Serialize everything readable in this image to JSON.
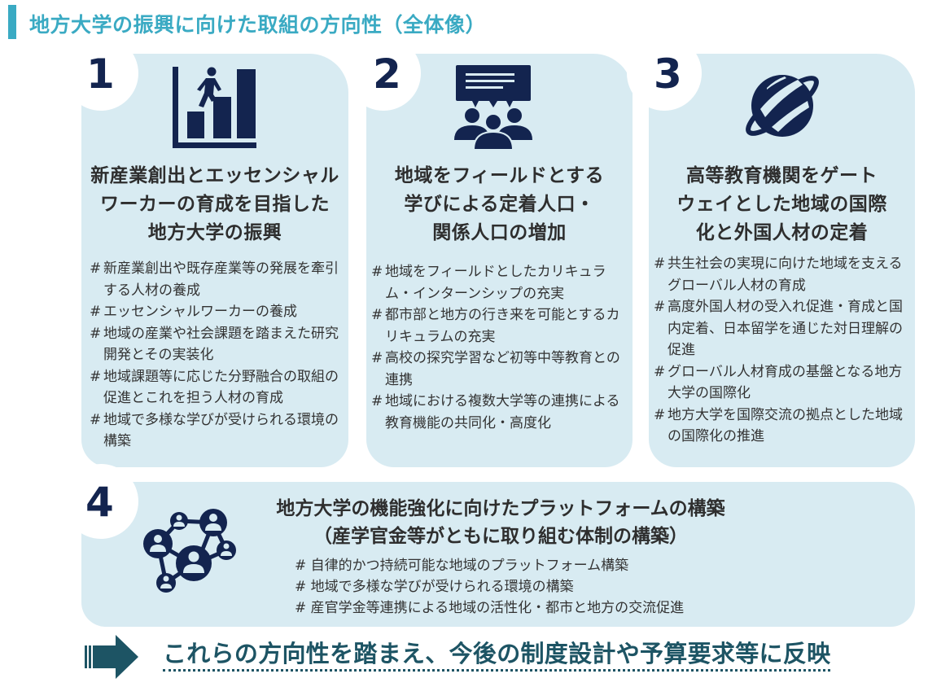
{
  "header": {
    "title": "地方大学の振興に向けた取組の方向性（全体像）",
    "accent_color": "#3aaac3"
  },
  "colors": {
    "card_bg": "#d8ebf2",
    "icon_navy": "#13244f",
    "footer_teal": "#1d5464"
  },
  "cards": [
    {
      "number": "1",
      "icon": "person-climbing-bar-chart-icon",
      "heading_lines": [
        "新産業創出とエッセンシャル",
        "ワーカーの育成を目指した",
        "地方大学の振興"
      ],
      "bullets": [
        "新産業創出や既存産業等の発展を牽引する人材の養成",
        "エッセンシャルワーカーの養成",
        "地域の産業や社会課題を踏まえた研究開発とその実装化",
        "地域課題等に応じた分野融合の取組の促進とこれを担う人材の育成",
        "地域で多様な学びが受けられる環境の構築"
      ]
    },
    {
      "number": "2",
      "icon": "group-discussion-icon",
      "heading_lines": [
        "地域をフィールドとする",
        "学びによる定着人口・",
        "関係人口の増加"
      ],
      "bullets": [
        "地域をフィールドとしたカリキュラム・インターンシップの充実",
        "都市部と地方の行き来を可能とするカリキュラムの充実",
        "高校の探究学習など初等中等教育との連携",
        "地域における複数大学等の連携による教育機能の共同化・高度化"
      ]
    },
    {
      "number": "3",
      "icon": "planet-globe-icon",
      "heading_lines": [
        "高等教育機関をゲート",
        "ウェイとした地域の国際",
        "化と外国人材の定着"
      ],
      "bullets": [
        "共生社会の実現に向けた地域を支えるグローバル人材の育成",
        "高度外国人材の受入れ促進・育成と国内定着、日本留学を通じた対日理解の促進",
        "グローバル人材育成の基盤となる地方大学の国際化",
        "地方大学を国際交流の拠点とした地域の国際化の推進"
      ]
    }
  ],
  "platform": {
    "number": "4",
    "icon": "people-network-icon",
    "heading_lines": [
      "地方大学の機能強化に向けたプラットフォームの構築",
      "（産学官金等がともに取り組む体制の構築）"
    ],
    "bullets": [
      "# 自律的かつ持続可能な地域のプラットフォーム構築",
      "# 地域で多様な学びが受けられる環境の構築",
      "# 産官学金等連携による地域の活性化・都市と地方の交流促進"
    ]
  },
  "footer": {
    "icon": "right-arrow-icon",
    "text": "これらの方向性を踏まえ、今後の制度設計や予算要求等に反映"
  },
  "bullet_marker": "#"
}
